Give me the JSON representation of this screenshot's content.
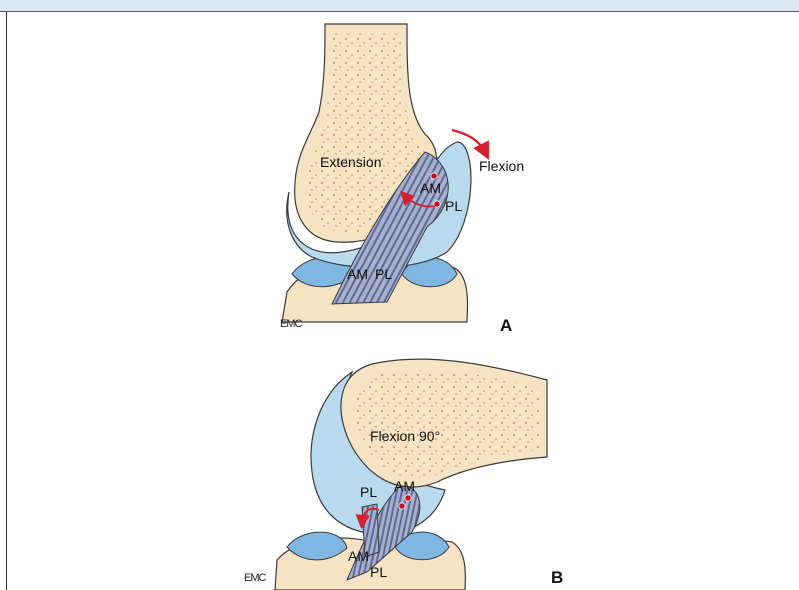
{
  "panel_a": {
    "extension_label": "Extension",
    "flexion_label": "Flexion",
    "am_femur_label": "AM",
    "pl_femur_label": "PL",
    "am_tibia_label": "AM",
    "pl_tibia_label": "PL",
    "panel_letter": "A",
    "logo_text": "EMC"
  },
  "panel_b": {
    "flexion90_label": "Flexion 90°",
    "pl_femur_label": "PL",
    "am_femur_label": "AM",
    "am_tibia_label": "AM",
    "pl_tibia_label": "PL",
    "panel_letter": "B",
    "logo_text": "EMC"
  },
  "colors": {
    "bone": "#f6e3c3",
    "cortex": "#eac893",
    "cartilage": "#b9d9ef",
    "meniscus": "#7fb6e2",
    "ligament": "#9fa9c9",
    "ligament_stripe": "#5f6b94",
    "arrow": "#d7202b",
    "frame_bar": "#dfe6f3"
  }
}
